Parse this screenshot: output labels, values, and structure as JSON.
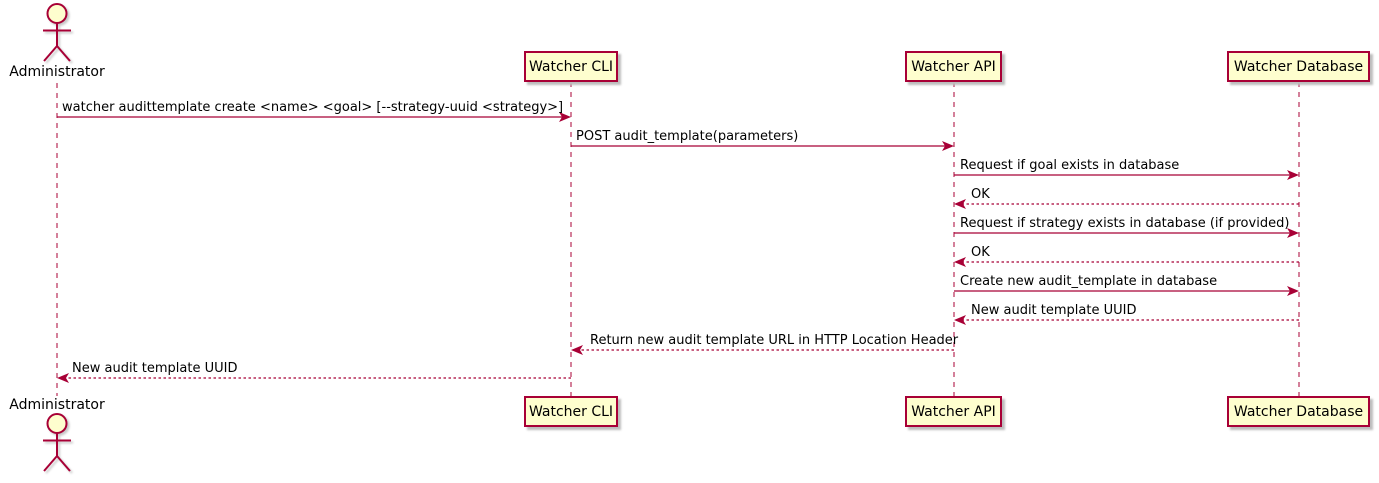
{
  "diagram": {
    "type": "sequence",
    "colors": {
      "line": "#A80036",
      "fill": "#FEFECE",
      "shadow": "#BDBDBD",
      "text": "#000000"
    },
    "actor": {
      "label": "Administrator"
    },
    "participants": [
      {
        "label": "Watcher CLI"
      },
      {
        "label": "Watcher API"
      },
      {
        "label": "Watcher Database"
      }
    ],
    "messages": [
      {
        "text": "watcher audittemplate create <name> <goal> [--strategy-uuid <strategy>]",
        "from": "Administrator",
        "to": "Watcher CLI",
        "style": "solid"
      },
      {
        "text": "POST audit_template(parameters)",
        "from": "Watcher CLI",
        "to": "Watcher API",
        "style": "solid"
      },
      {
        "text": "Request if goal exists in database",
        "from": "Watcher API",
        "to": "Watcher Database",
        "style": "solid"
      },
      {
        "text": "OK",
        "from": "Watcher Database",
        "to": "Watcher API",
        "style": "dashed"
      },
      {
        "text": "Request if strategy exists in database (if provided)",
        "from": "Watcher API",
        "to": "Watcher Database",
        "style": "solid"
      },
      {
        "text": "OK",
        "from": "Watcher Database",
        "to": "Watcher API",
        "style": "dashed"
      },
      {
        "text": "Create new audit_template in database",
        "from": "Watcher API",
        "to": "Watcher Database",
        "style": "solid"
      },
      {
        "text": "New audit template UUID",
        "from": "Watcher Database",
        "to": "Watcher API",
        "style": "dashed"
      },
      {
        "text": "Return new audit template URL in HTTP Location Header",
        "from": "Watcher API",
        "to": "Watcher CLI",
        "style": "dashed"
      },
      {
        "text": "New audit template UUID",
        "from": "Watcher CLI",
        "to": "Administrator",
        "style": "dashed"
      }
    ]
  }
}
